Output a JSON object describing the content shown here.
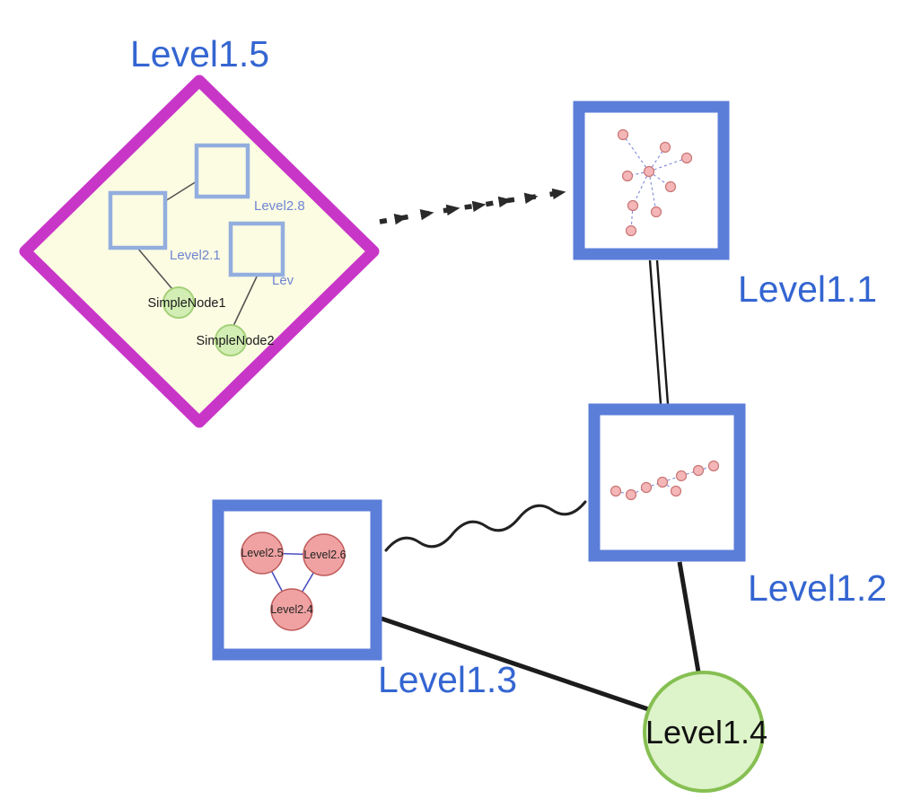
{
  "colors": {
    "label_blue": "#3465d1",
    "group_border_blue": "#5b7ed9",
    "diamond_magenta": "#c836c8",
    "diamond_fill": "#fcfce3",
    "green_fill": "#ddf3c9",
    "green_border": "#86bf52",
    "pink_fill": "#f2b0b0",
    "pink_border": "#c46a6a",
    "inner_edge_blue": "#8089d8",
    "edge_black": "#222222"
  },
  "nodes": {
    "level15": {
      "label": "Level1.5",
      "shape": "diamond-group"
    },
    "level11": {
      "label": "Level1.1",
      "shape": "square-group"
    },
    "level12": {
      "label": "Level1.2",
      "shape": "square-group"
    },
    "level13": {
      "label": "Level1.3",
      "shape": "square-group"
    },
    "level14": {
      "label": "Level1.4",
      "shape": "green-circle"
    }
  },
  "level15_children": {
    "squares": [
      "Level2.8",
      "Level2.1",
      "Lev"
    ],
    "simple_nodes": [
      "SimpleNode1",
      "SimpleNode2"
    ]
  },
  "level13_children": [
    "Level2.5",
    "Level2.6",
    "Level2.4"
  ],
  "edges": [
    {
      "from": "Level1.5",
      "to": "Level1.1",
      "style": "dashed-arrow"
    },
    {
      "from": "Level1.1",
      "to": "Level1.2",
      "style": "double-line"
    },
    {
      "from": "Level1.3",
      "to": "Level1.2",
      "style": "wavy"
    },
    {
      "from": "Level1.3",
      "to": "Level1.4",
      "style": "solid"
    },
    {
      "from": "Level1.2",
      "to": "Level1.4",
      "style": "solid"
    }
  ]
}
